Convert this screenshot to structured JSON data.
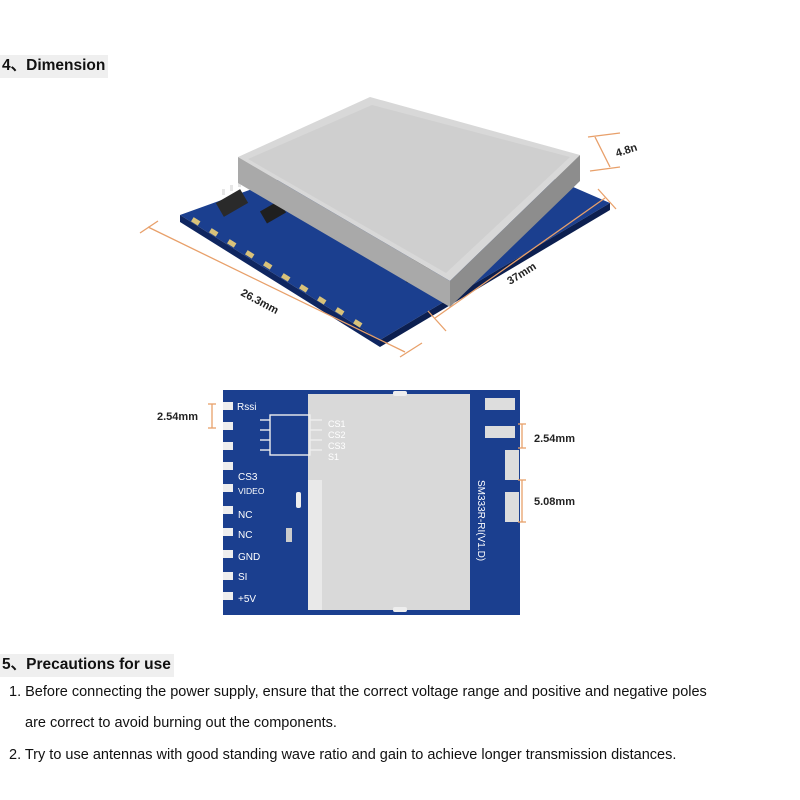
{
  "dimension": {
    "heading": "4、Dimension",
    "photo": {
      "height_label": "4.8n",
      "width_label": "26.3mm",
      "length_label": "37mm"
    },
    "pcb": {
      "left_pitch_label": "2.54mm",
      "right_pitch_label": "2.54mm",
      "right_gap_label": "5.08mm",
      "silkscreen": {
        "rssi": "Rssi",
        "cs1": "CS1",
        "cs2": "CS2",
        "cs3_small": "CS3",
        "s1_small": "S1",
        "cs3": "CS3",
        "video": "VIDEO",
        "nc1": "NC",
        "nc2": "NC",
        "gnd": "GND",
        "s1": "SI",
        "v5": "+5V",
        "model": "SM333R-RI(V1.D)"
      }
    }
  },
  "precautions": {
    "heading": "5、Precautions for use",
    "item1_line1": "1. Before connecting the power supply, ensure that the correct voltage range and positive and negative poles",
    "item1_line2": "are correct to avoid burning out the components.",
    "item2": "2. Try to use antennas with good standing wave ratio and gain to achieve longer transmission distances."
  },
  "colors": {
    "pcb_blue": "#1b3f8f",
    "shield_silver": "#c9c9c9",
    "dimension_line": "#e8a06a"
  }
}
